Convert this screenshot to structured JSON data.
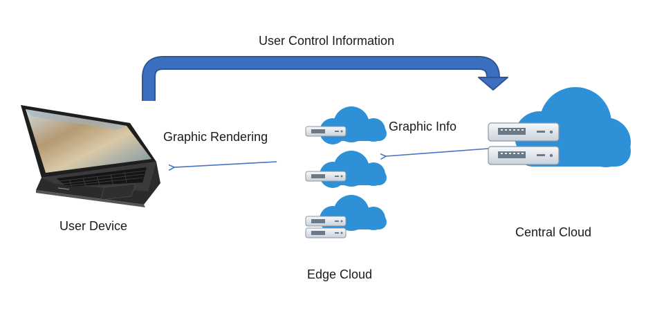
{
  "labels": {
    "user_control_information": "User Control Information",
    "graphic_rendering": "Graphic Rendering",
    "graphic_info": "Graphic Info",
    "user_device": "User Device",
    "edge_cloud": "Edge Cloud",
    "central_cloud": "Central Cloud"
  },
  "colors": {
    "cloud": "#2E90D6",
    "arrow_main": "#3D6FC0",
    "arrow_main_edge": "#2F5597",
    "arrow_thin": "#4472C4",
    "server_body": "#E9EDF2",
    "laptop_body": "#2B2B2B"
  },
  "icons": [
    "laptop-icon",
    "edge-cloud-server-icon",
    "central-cloud-server-icon"
  ]
}
